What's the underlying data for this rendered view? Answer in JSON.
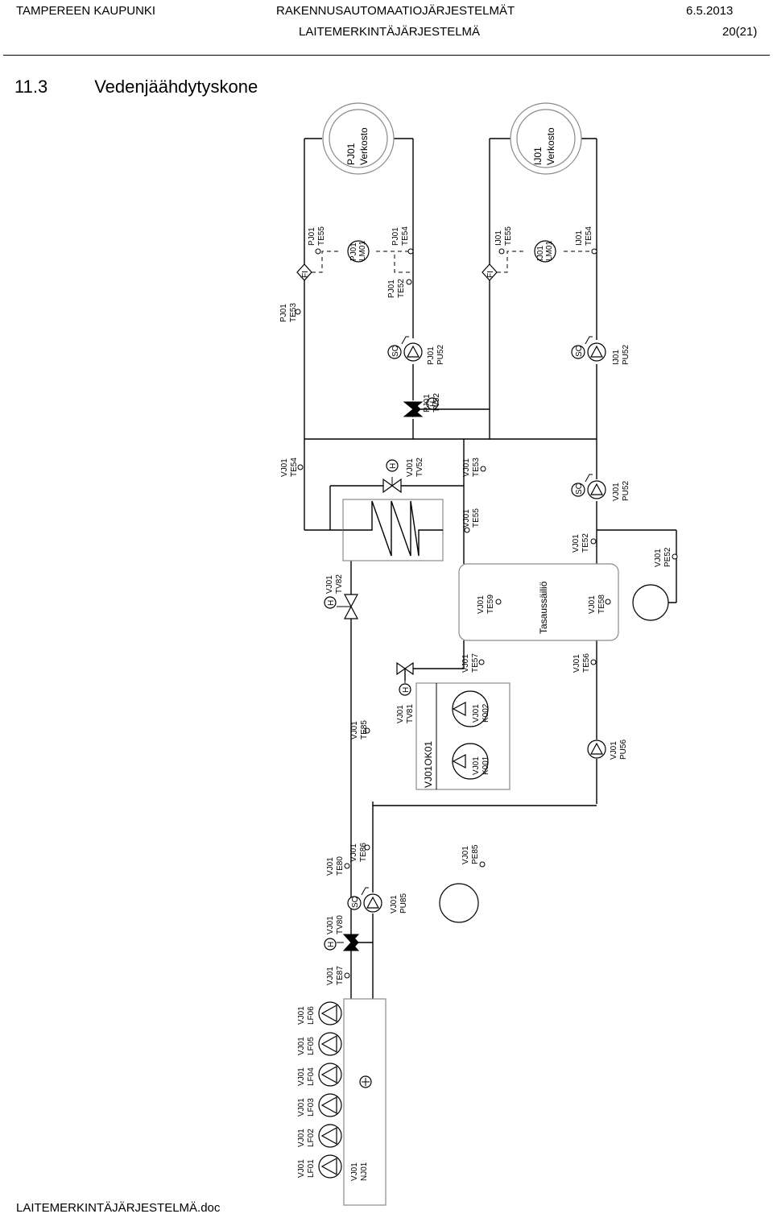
{
  "header": {
    "org": "TAMPEREEN KAUPUNKI",
    "system": "RAKENNUSAUTOMAATIOJÄRJESTELMÄT",
    "date": "6.5.2013",
    "subsystem": "LAITEMERKINTÄJÄRJESTELMÄ",
    "page": "20(21)"
  },
  "section": {
    "number": "11.3",
    "title": "Vedenjäähdytyskone"
  },
  "footer": {
    "doc": "LAITEMERKINTÄJÄRJESTELMÄ.doc"
  },
  "diagram": {
    "networks": [
      {
        "line1": "PJ01",
        "line2": "Verkosto"
      },
      {
        "line1": "IJ01",
        "line2": "Verkosto"
      }
    ],
    "fi_label": "FI",
    "sc_label": "SC",
    "h_label": "H",
    "tank_label": "Tasaussäiliö",
    "chiller_label": "VJ01OK01",
    "labels": [
      {
        "l1": "PJ01",
        "l2": "TE55"
      },
      {
        "l1": "PJ01",
        "l2": "LM01"
      },
      {
        "l1": "PJ01",
        "l2": "TE54"
      },
      {
        "l1": "PJ01",
        "l2": "TE53"
      },
      {
        "l1": "PJ01",
        "l2": "TE52"
      },
      {
        "l1": "PJ01",
        "l2": "PU52"
      },
      {
        "l1": "PJ01",
        "l2": "TV52"
      },
      {
        "l1": "IJ01",
        "l2": "TE55"
      },
      {
        "l1": "IJ01",
        "l2": "LM01"
      },
      {
        "l1": "IJ01",
        "l2": "TE54"
      },
      {
        "l1": "IJ01",
        "l2": "PU52"
      },
      {
        "l1": "VJ01",
        "l2": "TE54"
      },
      {
        "l1": "VJ01",
        "l2": "TV52"
      },
      {
        "l1": "VJ01",
        "l2": "TE53"
      },
      {
        "l1": "VJ01",
        "l2": "TE55"
      },
      {
        "l1": "VJ01",
        "l2": "PU52"
      },
      {
        "l1": "VJ01",
        "l2": "TE52"
      },
      {
        "l1": "VJ01",
        "l2": "PE52"
      },
      {
        "l1": "VJ01",
        "l2": "TV82"
      },
      {
        "l1": "VJ01",
        "l2": "TE59"
      },
      {
        "l1": "VJ01",
        "l2": "TE58"
      },
      {
        "l1": "VJ01",
        "l2": "TE57"
      },
      {
        "l1": "VJ01",
        "l2": "TE56"
      },
      {
        "l1": "VJ01",
        "l2": "TE85"
      },
      {
        "l1": "VJ01",
        "l2": "TV81"
      },
      {
        "l1": "VJ01",
        "l2": "K002"
      },
      {
        "l1": "VJ01",
        "l2": "K001"
      },
      {
        "l1": "VJ01",
        "l2": "PU56"
      },
      {
        "l1": "VJ01",
        "l2": "TE80"
      },
      {
        "l1": "VJ01",
        "l2": "TE86"
      },
      {
        "l1": "VJ01",
        "l2": "PE85"
      },
      {
        "l1": "VJ01",
        "l2": "TV80"
      },
      {
        "l1": "VJ01",
        "l2": "PU85"
      },
      {
        "l1": "VJ01",
        "l2": "TE87"
      },
      {
        "l1": "VJ01",
        "l2": "LF01"
      },
      {
        "l1": "VJ01",
        "l2": "LF02"
      },
      {
        "l1": "VJ01",
        "l2": "LF03"
      },
      {
        "l1": "VJ01",
        "l2": "LF04"
      },
      {
        "l1": "VJ01",
        "l2": "LF05"
      },
      {
        "l1": "VJ01",
        "l2": "LF06"
      },
      {
        "l1": "VJ01",
        "l2": "NJ01"
      }
    ]
  }
}
